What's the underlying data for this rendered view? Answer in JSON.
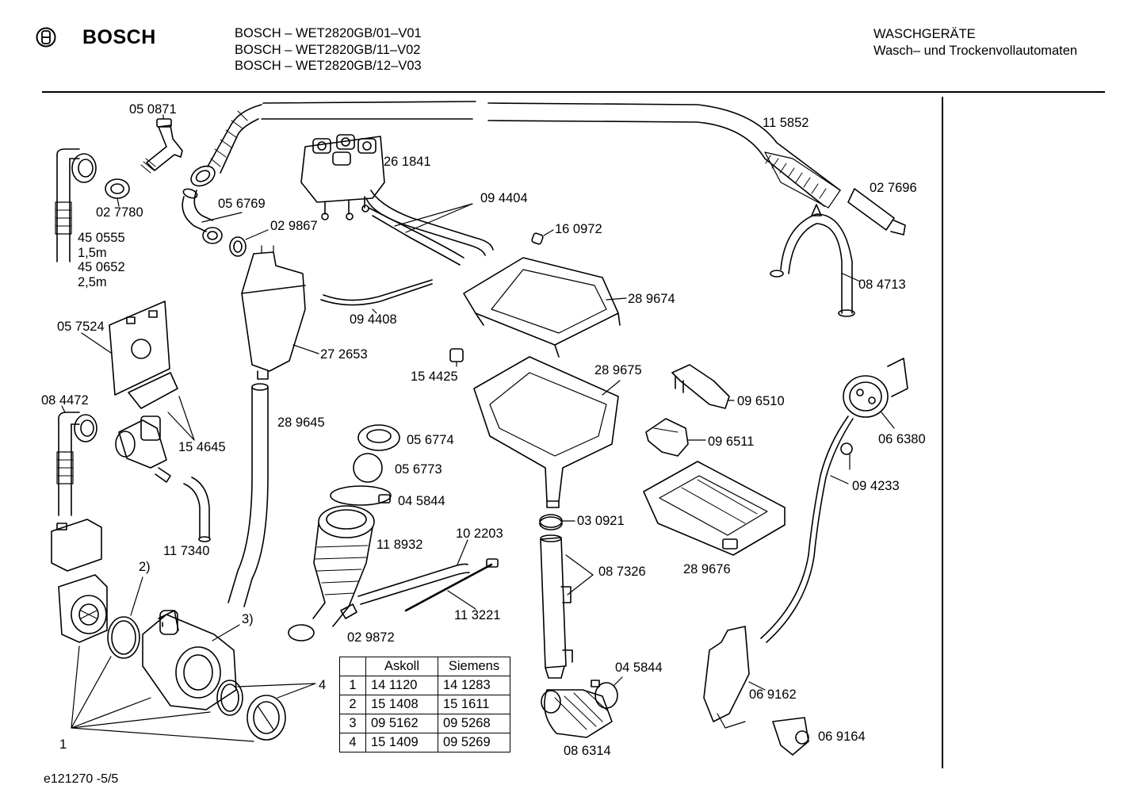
{
  "header": {
    "brand": "BOSCH",
    "models": [
      "BOSCH – WET2820GB/01–V01",
      "BOSCH – WET2820GB/11–V02",
      "BOSCH – WET2820GB/12–V03"
    ],
    "category_title": "WASCHGERÄTE",
    "category_subtitle": "Wasch– und Trockenvollautomaten"
  },
  "footer": {
    "code": "e121270 -5/5"
  },
  "parts": [
    {
      "id": "050871",
      "label": "05 0871"
    },
    {
      "id": "115852",
      "label": "11 5852"
    },
    {
      "id": "261841",
      "label": "26 1841"
    },
    {
      "id": "027696",
      "label": "02 7696"
    },
    {
      "id": "027780",
      "label": "02 7780"
    },
    {
      "id": "056769",
      "label": "05 6769"
    },
    {
      "id": "094404",
      "label": "09 4404"
    },
    {
      "id": "450555",
      "label": "45 0555"
    },
    {
      "id": "len15",
      "label": "1,5m"
    },
    {
      "id": "450652",
      "label": "45 0652"
    },
    {
      "id": "len25",
      "label": "2,5m"
    },
    {
      "id": "029867",
      "label": "02 9867"
    },
    {
      "id": "160972",
      "label": "16 0972"
    },
    {
      "id": "084713",
      "label": "08 4713"
    },
    {
      "id": "057524",
      "label": "05 7524"
    },
    {
      "id": "094408",
      "label": "09 4408"
    },
    {
      "id": "289674",
      "label": "28 9674"
    },
    {
      "id": "272653",
      "label": "27 2653"
    },
    {
      "id": "154425",
      "label": "15 4425"
    },
    {
      "id": "289675",
      "label": "28 9675"
    },
    {
      "id": "084472",
      "label": "08 4472"
    },
    {
      "id": "096510",
      "label": "09 6510"
    },
    {
      "id": "289645",
      "label": "28 9645"
    },
    {
      "id": "154645",
      "label": "15 4645"
    },
    {
      "id": "066380",
      "label": "06 6380"
    },
    {
      "id": "056774",
      "label": "05 6774"
    },
    {
      "id": "096511",
      "label": "09 6511"
    },
    {
      "id": "056773",
      "label": "05 6773"
    },
    {
      "id": "094233",
      "label": "09 4233"
    },
    {
      "id": "045844a",
      "label": "04 5844"
    },
    {
      "id": "030921",
      "label": "03 0921"
    },
    {
      "id": "102203",
      "label": "10 2203"
    },
    {
      "id": "117340",
      "label": "11 7340"
    },
    {
      "id": "118932",
      "label": "11 8932"
    },
    {
      "id": "289676",
      "label": "28 9676"
    },
    {
      "id": "087326",
      "label": "08 7326"
    },
    {
      "id": "note2",
      "label": "2)"
    },
    {
      "id": "note3",
      "label": "3)"
    },
    {
      "id": "113221",
      "label": "11 3221"
    },
    {
      "id": "029872",
      "label": "02 9872"
    },
    {
      "id": "045844b",
      "label": "04 5844"
    },
    {
      "id": "069162",
      "label": "06 9162"
    },
    {
      "id": "note4",
      "label": "4"
    },
    {
      "id": "069164",
      "label": "06 9164"
    },
    {
      "id": "note1",
      "label": "1"
    },
    {
      "id": "086314",
      "label": "08 6314"
    }
  ],
  "table": {
    "headers": [
      "",
      "Askoll",
      "Siemens"
    ],
    "rows": [
      [
        "1",
        "14 1120",
        "14 1283"
      ],
      [
        "2",
        "15 1408",
        "15 1611"
      ],
      [
        "3",
        "09 5162",
        "09 5268"
      ],
      [
        "4",
        "15 1409",
        "09 5269"
      ]
    ]
  }
}
